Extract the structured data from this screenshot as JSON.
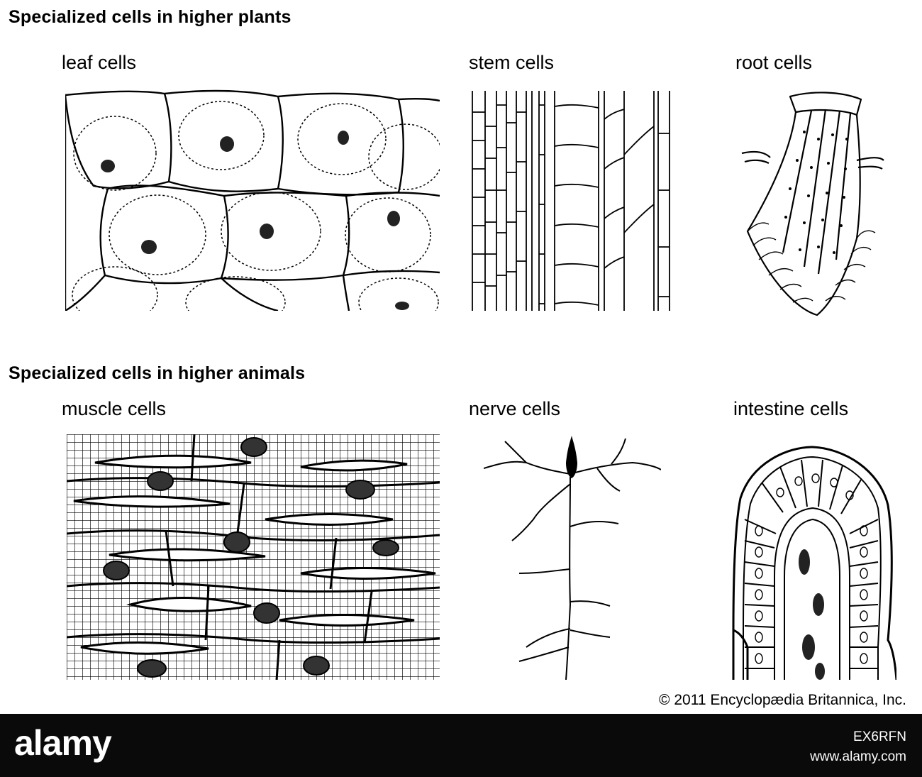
{
  "plants": {
    "title": "Specialized cells in higher plants",
    "panels": {
      "leaf": "leaf cells",
      "stem": "stem cells",
      "root": "root cells"
    }
  },
  "animals": {
    "title": "Specialized cells in higher animals",
    "panels": {
      "muscle": "muscle cells",
      "nerve": "nerve cells",
      "intestine": "intestine cells"
    }
  },
  "credit": "© 2011 Encyclopædia Britannica, Inc.",
  "watermark": {
    "logo": "alamy",
    "image_id": "EX6RFN",
    "url": "www.alamy.com"
  }
}
